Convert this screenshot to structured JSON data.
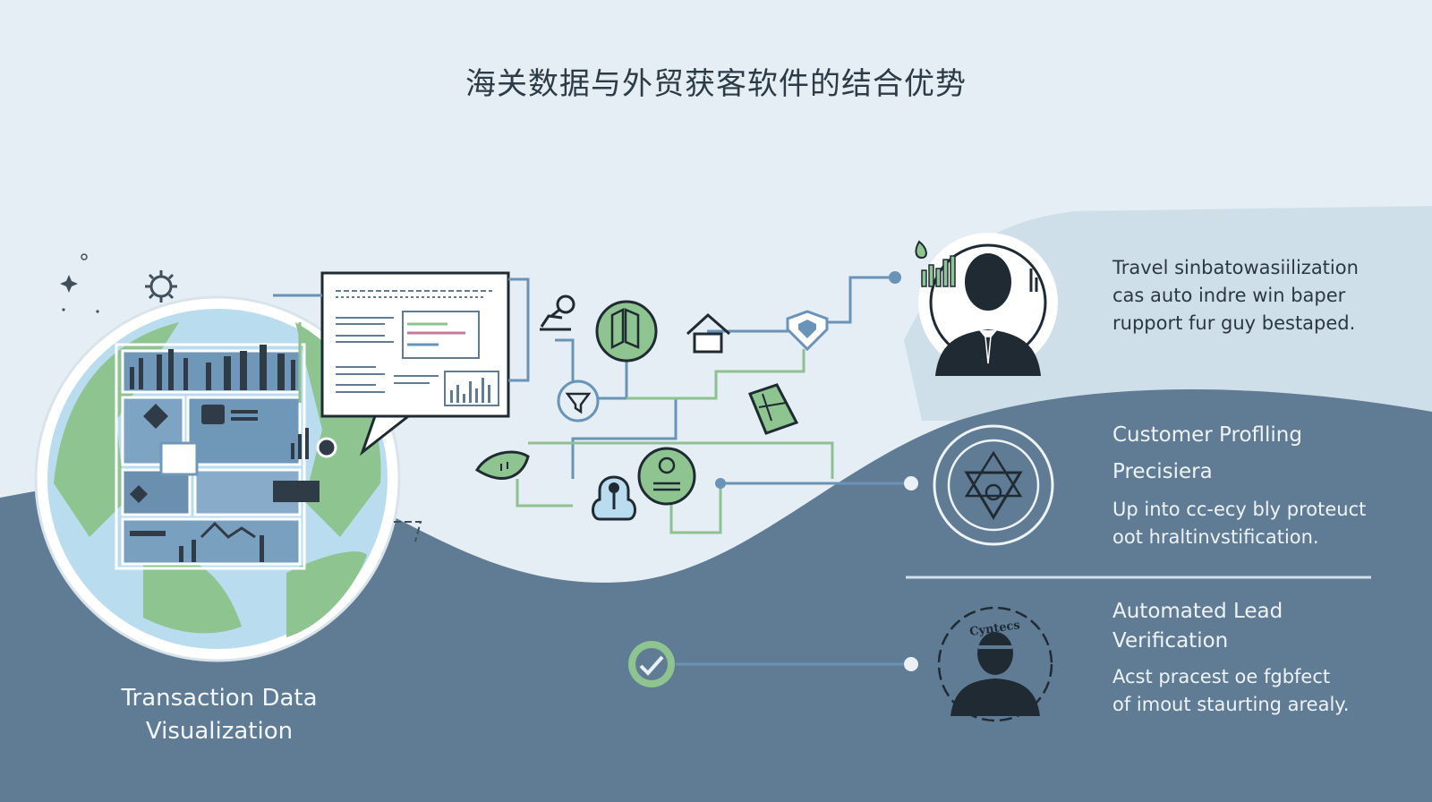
{
  "title": "海关数据与外贸获客软件的结合优势",
  "left_caption": {
    "line1": "Transaction Data",
    "line2": "Visualization"
  },
  "features": [
    {
      "heading": "",
      "lines": [
        "Travel sinbatowasiilization",
        "cas auto indre win baper",
        "rupport fur guy bestaped."
      ]
    },
    {
      "heading": "Customer Proflling",
      "subheading": "Precisiera",
      "lines": [
        "Up into cc-ecy bly proteuct",
        "oot hraltinvstification."
      ]
    },
    {
      "heading": "Automated Lead",
      "heading2": "Verification",
      "lines": [
        "Acst pracest oe fgbfect",
        "of imout staurting arealy."
      ]
    }
  ],
  "badge_text": "Cyntecs",
  "colors": {
    "navy": "#5f7c94",
    "green": "#8dc48f",
    "dark": "#1f2a33",
    "light_bg": "#e3edf3",
    "line_blue": "#6a93b8",
    "line_green": "#8fc08f"
  },
  "icons": [
    "sparkle-icon",
    "gear-icon",
    "globe-icon",
    "dashboard-icon",
    "document-chart-icon",
    "person-search-icon",
    "map-icon",
    "home-icon",
    "shield-icon",
    "funnel-icon",
    "folded-map-icon",
    "person-icon",
    "profile-icon",
    "businessman-avatar-icon",
    "target-icon",
    "checkmark-icon",
    "verified-person-icon"
  ]
}
